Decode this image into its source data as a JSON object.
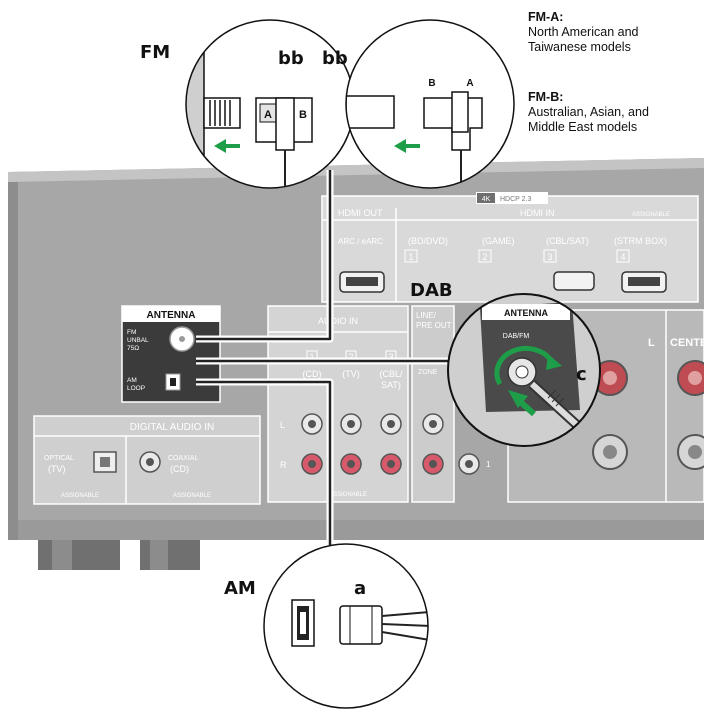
{
  "callouts": {
    "fm": "FM",
    "am": "AM",
    "dab": "DAB",
    "a": "a",
    "bb_left": "bb",
    "bb_right": "bb",
    "c": "c"
  },
  "notes": {
    "fm_a_title": "FM-A:",
    "fm_a_line1": "North American and",
    "fm_a_line2": "Taiwanese models",
    "fm_b_title": "FM-B:",
    "fm_b_line1": "Australian, Asian, and",
    "fm_b_line2": "Middle East models"
  },
  "connector_letters": {
    "fm_a_left": "A",
    "fm_a_right": "B",
    "fm_b_left": "B",
    "fm_b_right": "A"
  },
  "antenna_panel": {
    "title": "ANTENNA",
    "fm_label_1": "FM",
    "fm_label_2": "UNBAL",
    "fm_label_3": "75Ω",
    "am_label_1": "AM",
    "am_label_2": "LOOP"
  },
  "dab_zoom": {
    "title": "ANTENNA",
    "port": "DAB/FM"
  },
  "hdmi": {
    "badge_left": "4K",
    "badge_right": "HDCP 2.3",
    "out_title": "HDMI OUT",
    "out_sub": "ARC / eARC",
    "in_title": "HDMI IN",
    "assignable": "ASSIGNABLE",
    "inputs": [
      {
        "name": "(BD/DVD)",
        "num": "1"
      },
      {
        "name": "(GAME)",
        "num": "2"
      },
      {
        "name": "(CBL/SAT)",
        "num": "3"
      },
      {
        "name": "(STRM BOX)",
        "num": "4"
      }
    ]
  },
  "audio_in": {
    "title": "AUDIO IN",
    "channels": [
      {
        "num": "1",
        "name": "(CD)"
      },
      {
        "num": "2",
        "name": "(TV)"
      },
      {
        "num": "3",
        "name": "(CBL/",
        "name2": "SAT)"
      }
    ],
    "left": "L",
    "right": "R",
    "assignable": "ASSIGNABLE",
    "line_pre_out_1": "LINE/",
    "line_pre_out_2": "PRE OUT",
    "zone": "ZONE",
    "one": "1"
  },
  "digital_audio_in": {
    "title": "DIGITAL AUDIO IN",
    "optical": "OPTICAL",
    "optical_src": "(TV)",
    "coaxial": "COAXIAL",
    "coaxial_src": "(CD)",
    "assignable": "ASSIGNABLE"
  },
  "speakers": {
    "left": "L",
    "center": "CENTE"
  }
}
